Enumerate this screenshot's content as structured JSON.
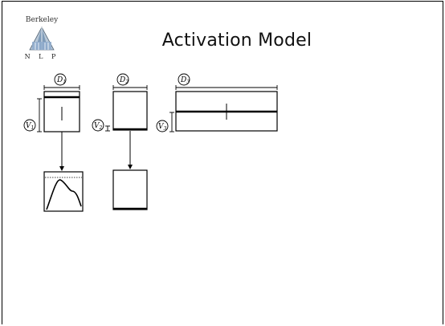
{
  "slide": {
    "title": "Activation Model"
  },
  "logo": {
    "top_text": "Berkeley",
    "bottom_text": "N L P",
    "icon": "berkeley-campanile-logo-icon"
  },
  "diagram": {
    "dims": [
      {
        "main": "D",
        "sub": "1"
      },
      {
        "main": "D",
        "sub": "2"
      },
      {
        "main": "D",
        "sub": "3"
      }
    ],
    "values": [
      {
        "main": "V",
        "sub": "1"
      },
      {
        "main": "V",
        "sub": "2"
      },
      {
        "main": "V",
        "sub": "3"
      }
    ]
  }
}
